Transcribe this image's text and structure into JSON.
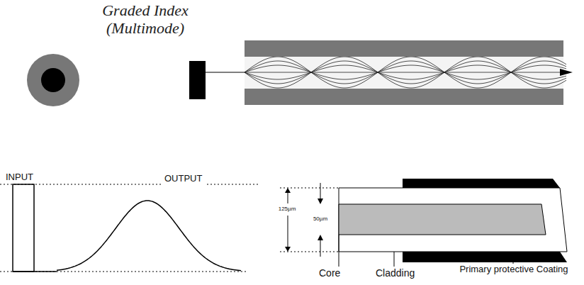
{
  "diagram": {
    "title": "Graded Index (Multimode)",
    "labels": [
      "INPUT",
      "OUTPUT",
      "125µm",
      "50µm",
      "Core",
      "Cladding",
      "Primary protective Coating"
    ]
  }
}
